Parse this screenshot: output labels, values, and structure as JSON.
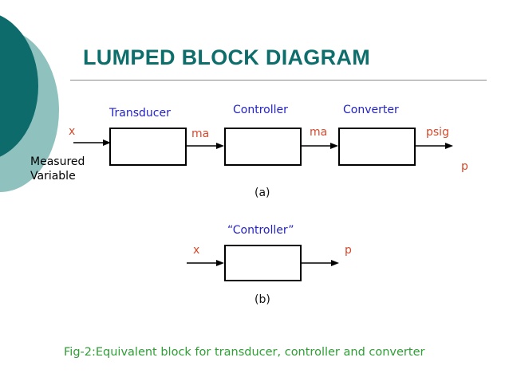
{
  "slide": {
    "title": "LUMPED BLOCK DIAGRAM",
    "caption": "Fig-2:Equivalent block for transducer, controller and converter",
    "colors": {
      "title_teal": "#0E6E6B",
      "deco_dark_teal": "#0D6B6B",
      "deco_light_teal": "#8FC2BF",
      "block_label_blue": "#2222C8",
      "signal_red": "#D9492B",
      "caption_green": "#2E9E35",
      "rule_gray": "#8a8a8a",
      "stroke_black": "#000000",
      "background": "#ffffff"
    }
  },
  "diagram_a": {
    "sub_label": "(a)",
    "input_label": "x",
    "input_note_line1": "Measured",
    "input_note_line2": "Variable",
    "blocks": [
      {
        "label": "Transducer"
      },
      {
        "label": "Controller"
      },
      {
        "label": "Converter"
      }
    ],
    "signals": [
      {
        "label": "ma"
      },
      {
        "label": "ma"
      },
      {
        "label": "psig"
      }
    ],
    "output_label": "p"
  },
  "diagram_b": {
    "sub_label": "(b)",
    "block_label": "“Controller”",
    "input_label": "x",
    "output_label": "p"
  }
}
